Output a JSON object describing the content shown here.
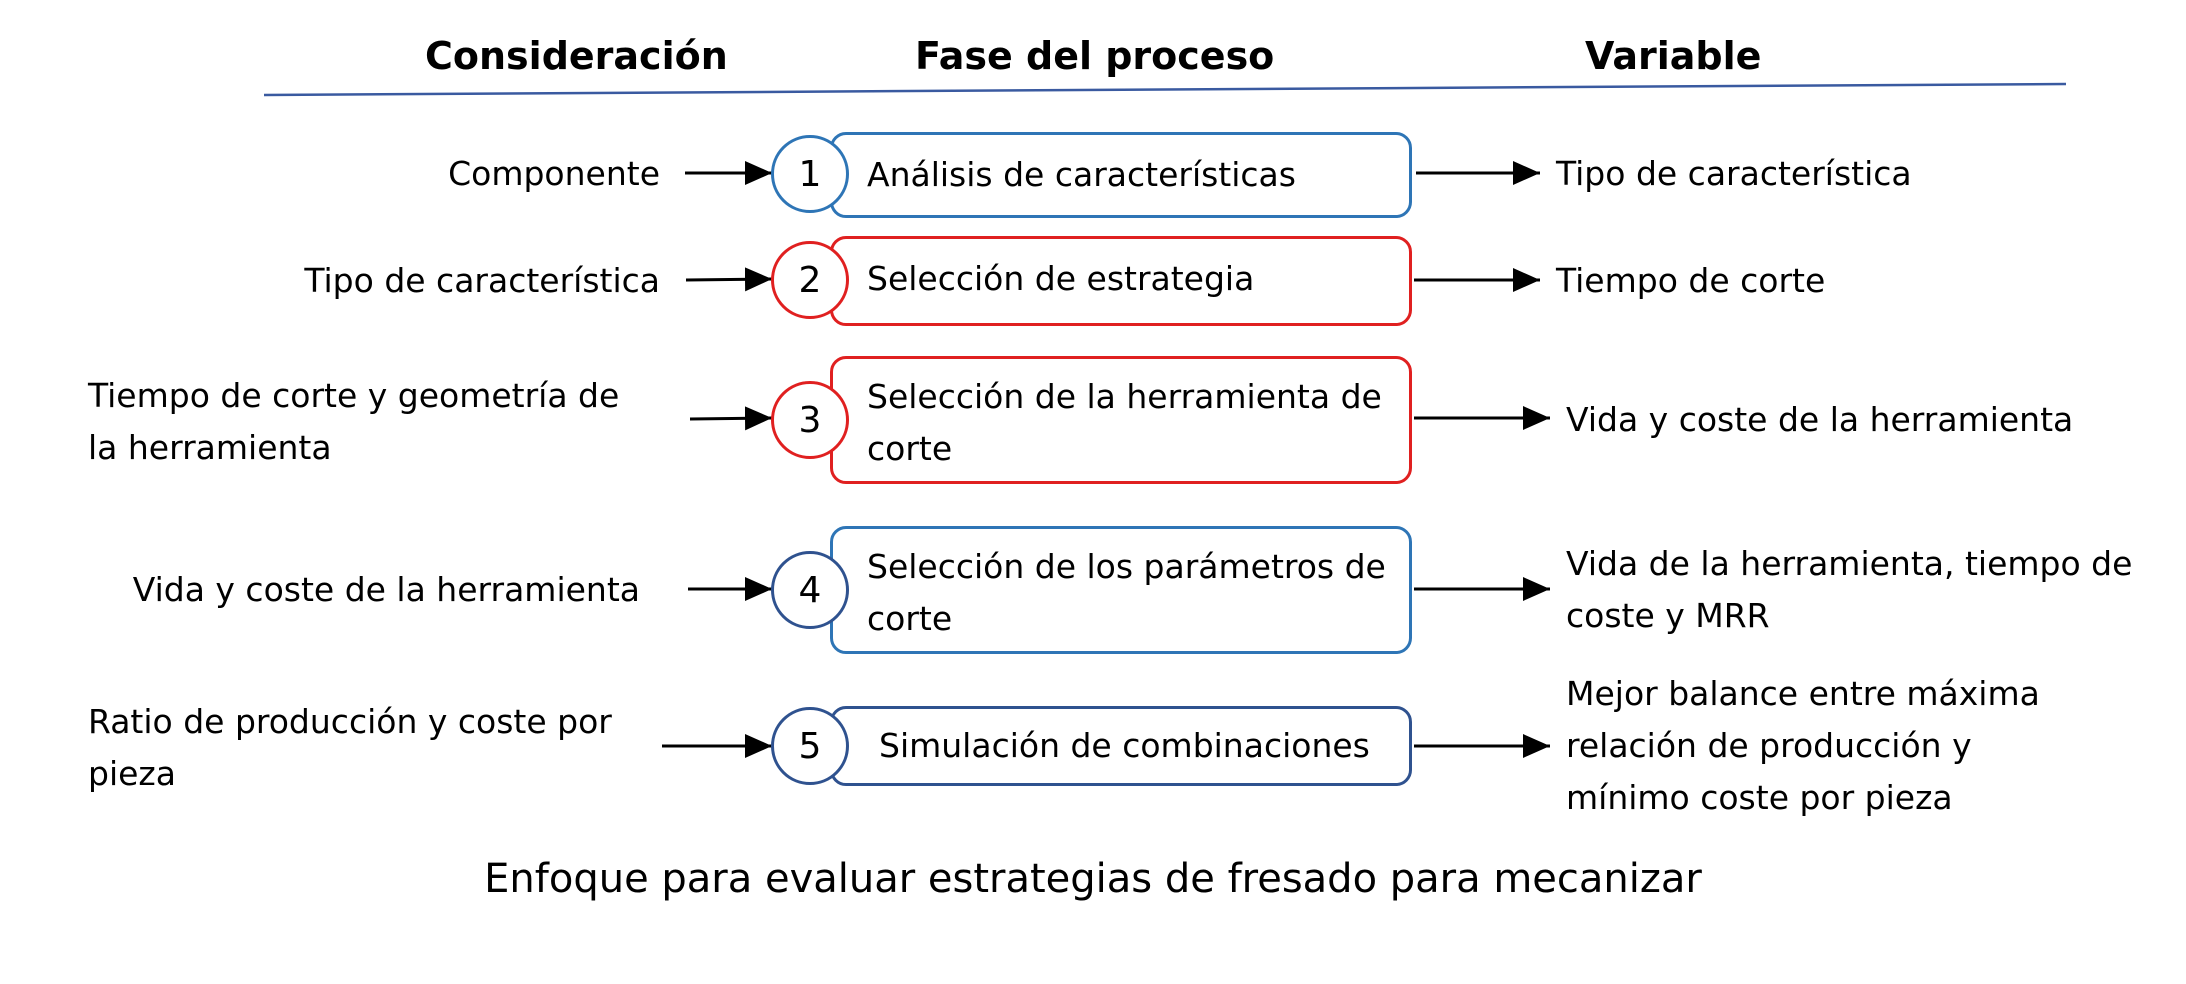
{
  "headers": {
    "consideration": "Consideración",
    "phase": "Fase del proceso",
    "variable": "Variable"
  },
  "colors": {
    "blue": "#2e75b6",
    "red": "#e02020",
    "navy": "#2f528f",
    "rule": "#3a5aa0"
  },
  "steps": [
    {
      "number": "1",
      "consideration": [
        "Componente"
      ],
      "phase": [
        "Análisis de características"
      ],
      "variable": [
        "Tipo de característica"
      ]
    },
    {
      "number": "2",
      "consideration": [
        "Tipo de característica"
      ],
      "phase": [
        "Selección de estrategia"
      ],
      "variable": [
        "Tiempo de corte"
      ]
    },
    {
      "number": "3",
      "consideration": [
        "Tiempo de corte y geometría de",
        "la herramienta"
      ],
      "phase": [
        "Selección de la herramienta de",
        "corte"
      ],
      "variable": [
        "Vida y coste de la herramienta"
      ]
    },
    {
      "number": "4",
      "consideration": [
        "Vida y coste de la herramienta"
      ],
      "phase": [
        "Selección de los parámetros de",
        "corte"
      ],
      "variable": [
        "Vida de la herramienta, tiempo de",
        "coste y MRR"
      ]
    },
    {
      "number": "5",
      "consideration": [
        "Ratio de producción y coste por",
        "pieza"
      ],
      "phase": [
        "Simulación de combinaciones"
      ],
      "variable": [
        "Mejor balance entre máxima",
        "relación de producción y",
        "mínimo coste por pieza"
      ]
    }
  ],
  "caption": "Enfoque para evaluar estrategias de fresado para mecanizar"
}
